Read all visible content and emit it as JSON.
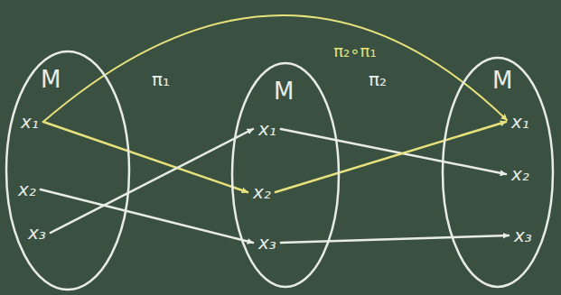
{
  "diagram": {
    "nodes": [
      {
        "text": [
          "M"
        ]
      },
      {
        "text": [
          "x₁"
        ],
        "in": 0
      },
      {
        "text": [
          "x₂"
        ],
        "in": 0
      },
      {
        "text": [
          "x₃"
        ],
        "in": 0
      },
      {
        "text": [
          "M"
        ]
      },
      {
        "text": [
          "x₁"
        ],
        "in": 4
      },
      {
        "text": [
          "x₂"
        ],
        "in": 4
      },
      {
        "text": [
          "x₃"
        ],
        "in": 4
      },
      {
        "text": [
          "M"
        ]
      },
      {
        "text": [
          "x₁"
        ],
        "in": 8
      },
      {
        "text": [
          "x₂"
        ],
        "in": 8
      },
      {
        "text": [
          "x₃"
        ],
        "in": 8
      }
    ],
    "edges": [
      {
        "from": 1,
        "to": 6,
        "arrow": "to"
      },
      {
        "from": 2,
        "to": 7,
        "arrow": "to"
      },
      {
        "from": 3,
        "to": 5,
        "arrow": "to"
      },
      {
        "from": 5,
        "to": 10,
        "arrow": "to"
      },
      {
        "from": 6,
        "to": 9,
        "arrow": "to"
      },
      {
        "from": 7,
        "to": 11,
        "arrow": "to"
      },
      {
        "from": 1,
        "to": 9,
        "label": "π₂∘π₁",
        "arrow": "to"
      }
    ],
    "labels": [
      "π₁",
      "π₂"
    ]
  }
}
